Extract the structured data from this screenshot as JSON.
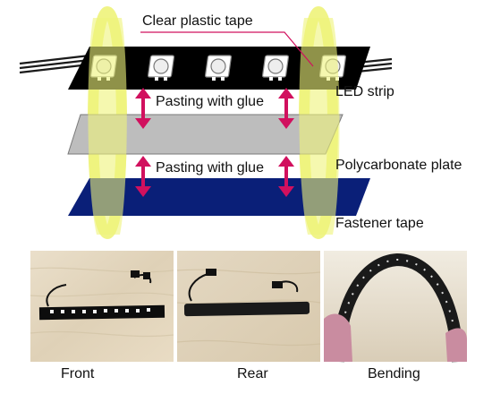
{
  "diagram": {
    "labels": {
      "clear_plastic_tape": "Clear plastic tape",
      "led_strip": "LED strip",
      "pasting_with_glue_top": "Pasting with glue",
      "pasting_with_glue_bottom": "Pasting with glue",
      "polycarbonate_plate": "Polycarbonate plate",
      "fastener_tape": "Fastener tape"
    },
    "colors": {
      "led_strip_body": "#000000",
      "polycarbonate_plate": "#bdbdbd",
      "fastener_tape": "#0a1f78",
      "glue_arrow": "#d1105e",
      "clear_tape_ring": "#eef37a",
      "leader_line": "#d1105e"
    },
    "icons": [
      "led-chip-icon",
      "double-arrow-icon",
      "wire-lead-icon"
    ]
  },
  "photos": {
    "captions": {
      "front": "Front",
      "rear": "Rear",
      "bending": "Bending"
    }
  }
}
